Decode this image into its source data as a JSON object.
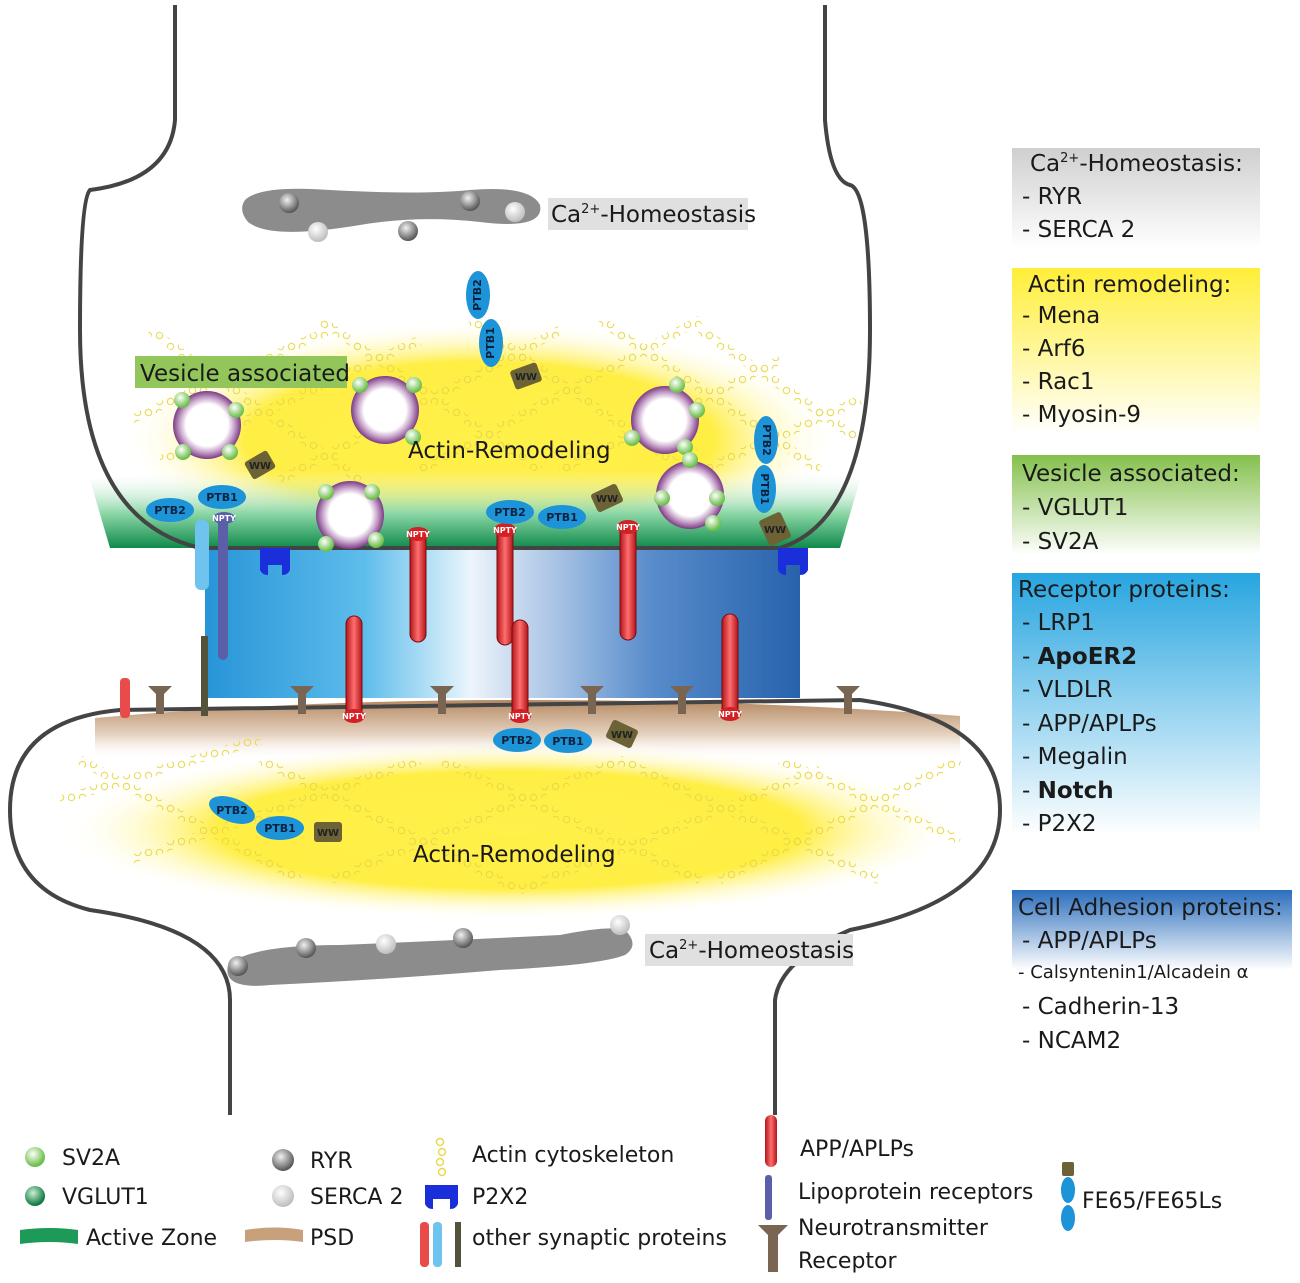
{
  "labels": {
    "ca_top": "Ca",
    "ca_top_sup": "2+",
    "ca_top_rest": "-Homeostasis",
    "ca_bottom": "Ca",
    "ca_bottom_sup": "2+",
    "ca_bottom_rest": "-Homeostasis",
    "vesicle_associated": "Vesicle associated",
    "actin_pre": "Actin-Remodeling",
    "actin_post": "Actin-Remodeling"
  },
  "proteins": {
    "ptb1": "PTB1",
    "ptb2": "PTB2",
    "ww": "WW",
    "npty": "NPTY"
  },
  "panels": [
    {
      "title": "Ca",
      "title_sup": "2+",
      "title_rest": "-Homeostasis:",
      "items": [
        {
          "text": "- RYR"
        },
        {
          "text": "- SERCA 2"
        }
      ]
    },
    {
      "title": "Actin remodeling:",
      "items": [
        {
          "text": "- Mena"
        },
        {
          "text": "- Arf6"
        },
        {
          "text": "- Rac1"
        },
        {
          "text": "- Myosin-9"
        }
      ]
    },
    {
      "title": "Vesicle associated:",
      "items": [
        {
          "text": "- VGLUT1"
        },
        {
          "text": "- SV2A"
        }
      ]
    },
    {
      "title": "Receptor proteins:",
      "items": [
        {
          "text": "- LRP1"
        },
        {
          "prefix": "- ",
          "strong": "ApoER2"
        },
        {
          "text": "- VLDLR"
        },
        {
          "text": "- APP/APLPs"
        },
        {
          "text": "- Megalin"
        },
        {
          "prefix": "- ",
          "strong": "Notch"
        },
        {
          "text": "- P2X2"
        }
      ]
    },
    {
      "title": "Cell Adhesion proteins:",
      "items": [
        {
          "text": "- APP/APLPs"
        },
        {
          "text": "- Calsyntenin1/Alcadein α"
        },
        {
          "text": "- Cadherin-13"
        },
        {
          "text": "- NCAM2"
        }
      ]
    }
  ],
  "legend": {
    "sv2a": "SV2A",
    "vglut1": "VGLUT1",
    "active_zone": "Active Zone",
    "ryr": "RYR",
    "serca2": "SERCA 2",
    "psd": "PSD",
    "actin_cytoskeleton": "Actin cytoskeleton",
    "p2x2": "P2X2",
    "other_synaptic": "other synaptic proteins",
    "app_aplps": "APP/APLPs",
    "lipoprotein": "Lipoprotein receptors",
    "neurotransmitter_1": "Neurotransmitter",
    "neurotransmitter_2": "Receptor",
    "fe65": "FE65/FE65Ls"
  },
  "colors": {
    "ca_bg": "#e0e0e0",
    "actin_yellow": "#ffed3a",
    "vesicle_green": "#8cc252",
    "receptor_blue": "#2aa7e2",
    "adhesion_blue": "#2a6fbd",
    "active_zone": "#1e9a58",
    "psd": "#c7a07c",
    "ptb_blue": "#1d93d8",
    "app_red": "#d41f24",
    "p2x2_blue": "#1a2fd9"
  }
}
